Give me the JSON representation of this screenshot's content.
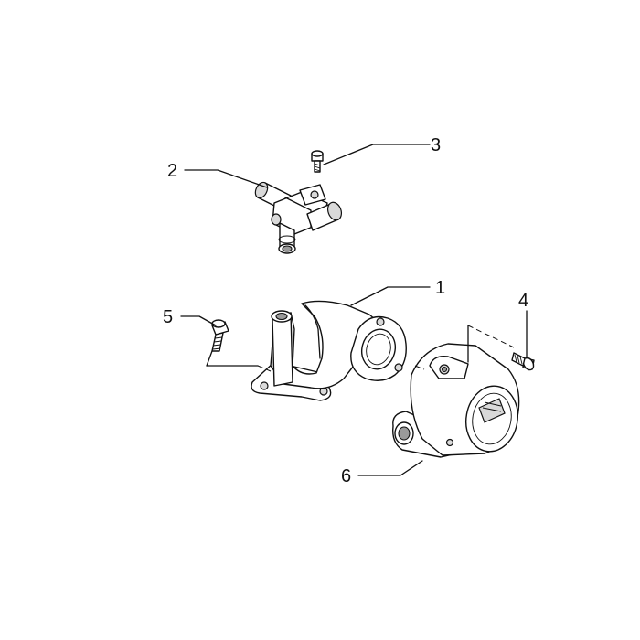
{
  "diagram": {
    "callouts": [
      {
        "id": "1",
        "label": "1"
      },
      {
        "id": "2",
        "label": "2"
      },
      {
        "id": "3",
        "label": "3"
      },
      {
        "id": "4",
        "label": "4"
      },
      {
        "id": "5",
        "label": "5"
      },
      {
        "id": "6",
        "label": "6"
      }
    ],
    "parts": [
      {
        "ref": "1",
        "name": "thermostat-housing-elbow"
      },
      {
        "ref": "2",
        "name": "three-way-coolant-connector"
      },
      {
        "ref": "3",
        "name": "connector-screw"
      },
      {
        "ref": "4",
        "name": "thermostat-screw"
      },
      {
        "ref": "5",
        "name": "housing-screw"
      },
      {
        "ref": "6",
        "name": "thermostat-unit"
      }
    ]
  }
}
